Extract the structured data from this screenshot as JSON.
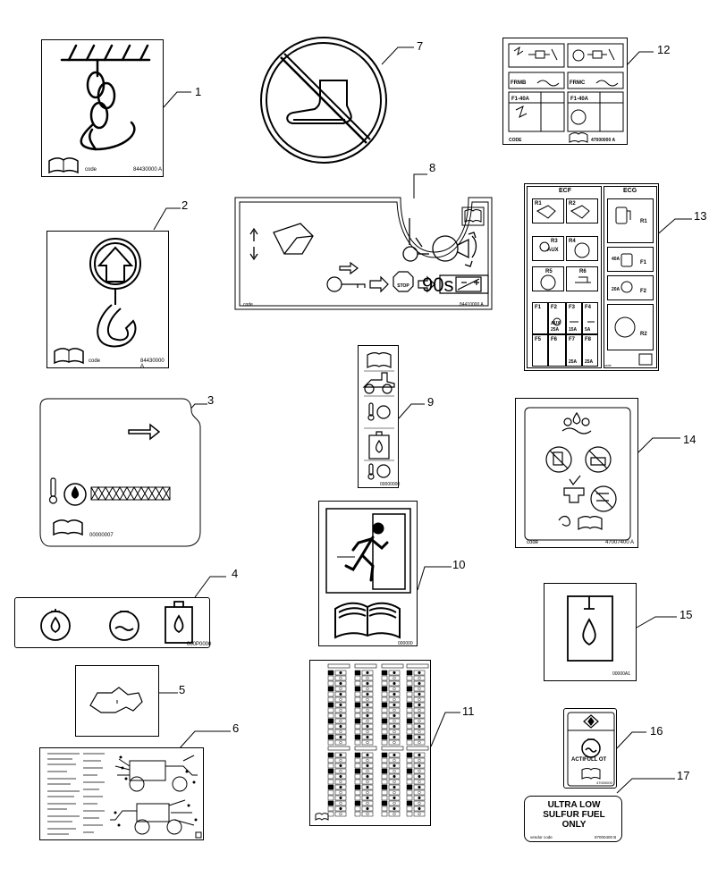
{
  "callouts": [
    "1",
    "2",
    "3",
    "4",
    "5",
    "6",
    "7",
    "8",
    "9",
    "10",
    "11",
    "12",
    "13",
    "14",
    "15",
    "16",
    "17"
  ],
  "decal1": {
    "code_left": "code",
    "code_right": "84430000 A"
  },
  "decal2": {
    "code_left": "code",
    "code_right": "84430000 A"
  },
  "decal3": {
    "code": "00000007"
  },
  "decal4": {
    "code": "000P0000"
  },
  "decal8": {
    "code_left": "code",
    "code_right": "84410000 A",
    "timer": "90s",
    "stop": "STOP"
  },
  "decal9": {
    "code": "00000000"
  },
  "decal10": {
    "code": "000000"
  },
  "decal12": {
    "frmb": "FRMB",
    "frmc": "FRMC",
    "fuse_left": "F1-40A",
    "fuse_right": "F1-40A",
    "code_left": "CODE",
    "code_right": "47000000 A"
  },
  "decal13": {
    "ecf_title": "ECF",
    "ecg_title": "ECG",
    "r1": "R1",
    "r2": "R2",
    "r3": "R3",
    "r4": "R4",
    "r5": "R5",
    "r6": "R6",
    "aux": "AUX",
    "f1": "F1",
    "f2": "F2",
    "f3": "F3",
    "f4": "F4",
    "f5": "F5",
    "f6": "F6",
    "f7": "F7",
    "f8": "F8",
    "aux_small": "AUX",
    "amp25a": "25A",
    "amp15a": "15A",
    "amp5a": "5A",
    "amp25b": "25A",
    "amp25c": "25A",
    "ecg_r1": "R1",
    "ecg_f1": "F1",
    "ecg_f2": "F2",
    "ecg_r2": "R2",
    "ecg_40a": "40A",
    "ecg_20a": "20A",
    "code": "code"
  },
  "decal14": {
    "code_left": "code",
    "code_right": "47007400 A"
  },
  "decal15": {
    "code": "00000A1"
  },
  "decal16": {
    "label": "ACTIFULL OT",
    "code": "47000000"
  },
  "decal17": {
    "line1": "ULTRA LOW",
    "line2": "SULFUR FUEL",
    "line3": "ONLY",
    "code_left": "vendor code",
    "code_right": "87000400 B"
  }
}
